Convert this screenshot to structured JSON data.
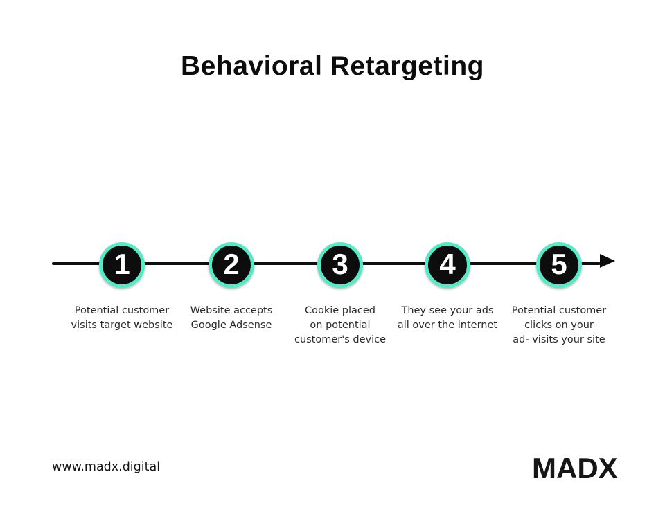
{
  "title": "Behavioral Retargeting",
  "steps": [
    {
      "number": "1",
      "label": "Potential customer\nvisits target website"
    },
    {
      "number": "2",
      "label": "Website accepts\nGoogle Adsense"
    },
    {
      "number": "3",
      "label": "Cookie placed\non potential\ncustomer's device"
    },
    {
      "number": "4",
      "label": "They see your ads\nall over the internet"
    },
    {
      "number": "5",
      "label": "Potential customer\nclicks on your\nad- visits your site"
    }
  ],
  "footer": {
    "website": "www.madx.digital",
    "logo": "MADX"
  },
  "colors": {
    "accent": "#55ebc7",
    "circle_fill": "#0d0d0d",
    "line": "#0d0d0d",
    "text": "#2b2b2b"
  }
}
